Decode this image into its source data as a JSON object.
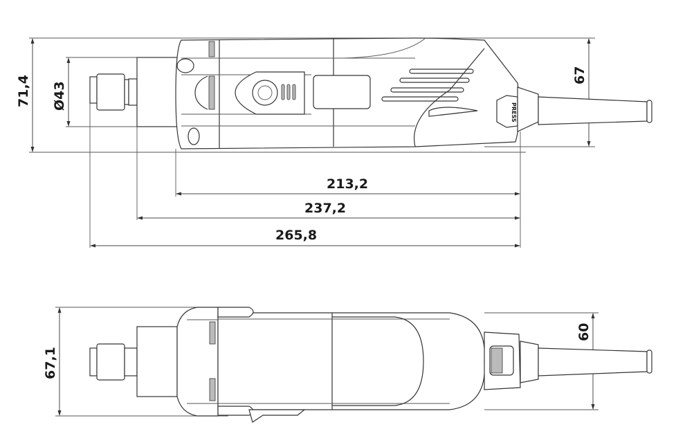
{
  "drawing": {
    "top_view": {
      "name": "side-view",
      "dimensions": {
        "height_total": "71,4",
        "collar_diameter": "Ø43",
        "height_rear": "67",
        "length_housing": "213,2",
        "length_collar": "237,2",
        "length_total": "265,8"
      },
      "button_label": "PRESS"
    },
    "bottom_view": {
      "name": "top-view",
      "dimensions": {
        "width_total": "67,1",
        "width_rear": "60"
      }
    }
  }
}
